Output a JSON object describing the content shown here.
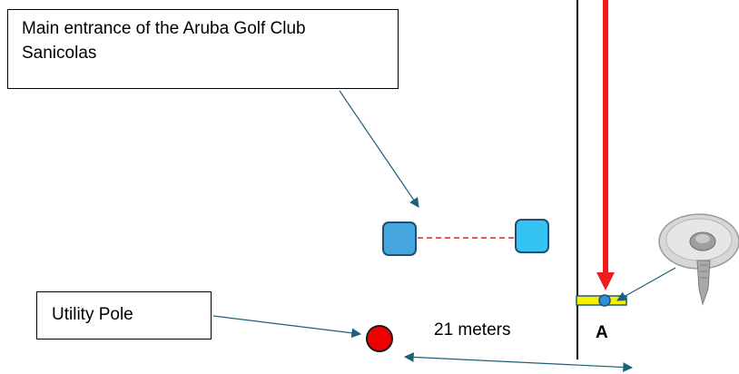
{
  "callouts": {
    "entrance": "Main entrance of the Aruba Golf Club Sanicolas",
    "utility_pole": "Utility Pole"
  },
  "labels": {
    "distance": "21 meters",
    "point": "A"
  },
  "colors": {
    "red_arrow": "#ee1c1c",
    "pole_fill": "#ee0000",
    "gate_left": "#45a6dd",
    "gate_right": "#33c4f4",
    "gate_link": "#e02020",
    "marker_bar": "#f4f000",
    "arrow_teal": "#1f5f7a"
  },
  "icons": {
    "survey_nail": "survey-nail-icon"
  }
}
